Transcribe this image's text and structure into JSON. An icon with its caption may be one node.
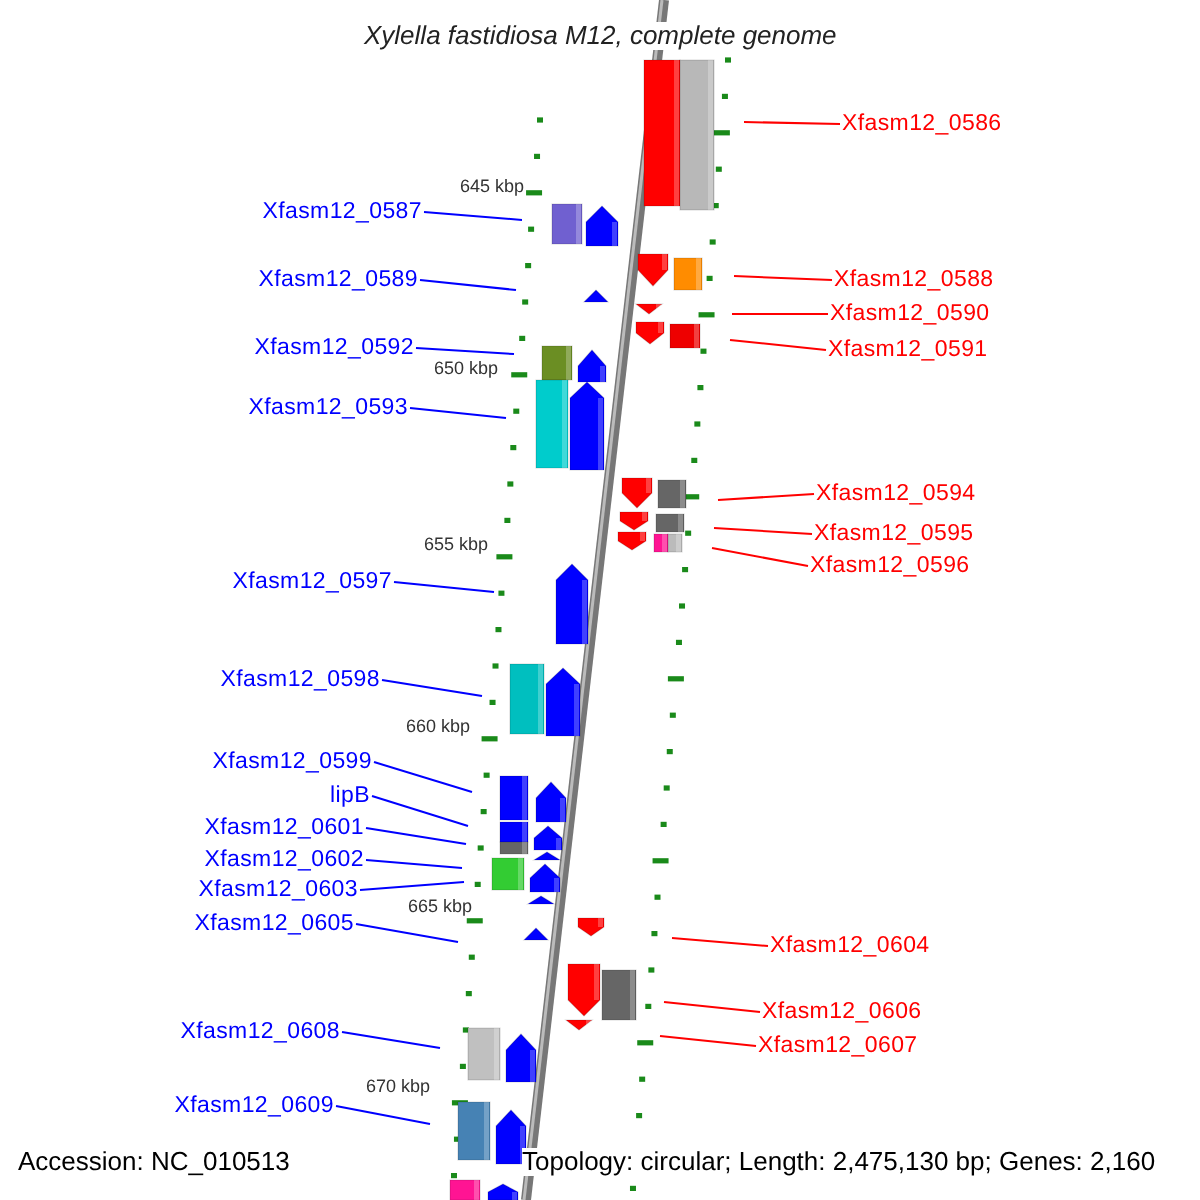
{
  "diagram": {
    "title": "Xylella fastidiosa M12, complete genome",
    "nodes": [
      {
        "text": [
          "Xfasm12_0586"
        ]
      },
      {
        "text": [
          "Xfasm12_0587"
        ]
      },
      {
        "text": [
          "Xfasm12_0589"
        ]
      },
      {
        "text": [
          "Xfasm12_0588"
        ]
      },
      {
        "text": [
          "Xfasm12_0590"
        ]
      },
      {
        "text": [
          "Xfasm12_0592"
        ]
      },
      {
        "text": [
          "Xfasm12_0591"
        ]
      },
      {
        "text": [
          "Xfasm12_0593"
        ]
      },
      {
        "text": [
          "Xfasm12_0594"
        ]
      },
      {
        "text": [
          "Xfasm12_0595"
        ]
      },
      {
        "text": [
          "Xfasm12_0596"
        ]
      },
      {
        "text": [
          "Xfasm12_0597"
        ]
      },
      {
        "text": [
          "Xfasm12_0598"
        ]
      },
      {
        "text": [
          "Xfasm12_0599"
        ]
      },
      {
        "text": [
          "lipB"
        ]
      },
      {
        "text": [
          "Xfasm12_0601"
        ]
      },
      {
        "text": [
          "Xfasm12_0602"
        ]
      },
      {
        "text": [
          "Xfasm12_0603"
        ]
      },
      {
        "text": [
          "Xfasm12_0605"
        ]
      },
      {
        "text": [
          "Xfasm12_0604"
        ]
      },
      {
        "text": [
          "Xfasm12_0606"
        ]
      },
      {
        "text": [
          "Xfasm12_0608"
        ]
      },
      {
        "text": [
          "Xfasm12_0607"
        ]
      },
      {
        "text": [
          "Xfasm12_0609"
        ]
      }
    ],
    "edges": [
      {
        "from": 0,
        "to": null,
        "arrow": "none",
        "color": "#ff0000"
      },
      {
        "from": 1,
        "to": null,
        "arrow": "none"
      },
      {
        "from": 2,
        "to": null,
        "arrow": "none"
      },
      {
        "from": 3,
        "to": null,
        "arrow": "none",
        "color": "#ff0000"
      },
      {
        "from": 4,
        "to": null,
        "arrow": "none",
        "color": "#ff0000"
      },
      {
        "from": 5,
        "to": null,
        "arrow": "none"
      },
      {
        "from": 6,
        "to": null,
        "arrow": "none",
        "color": "#ff0000"
      },
      {
        "from": 7,
        "to": null,
        "arrow": "none"
      },
      {
        "from": 8,
        "to": null,
        "arrow": "none",
        "color": "#ff0000"
      },
      {
        "from": 9,
        "to": null,
        "arrow": "none",
        "color": "#ff0000"
      },
      {
        "from": 10,
        "to": null,
        "arrow": "none",
        "color": "#ff0000"
      },
      {
        "from": 11,
        "to": null,
        "arrow": "none"
      },
      {
        "from": 12,
        "to": null,
        "arrow": "none"
      },
      {
        "from": 13,
        "to": null,
        "arrow": "none"
      },
      {
        "from": 14,
        "to": null,
        "arrow": "none"
      },
      {
        "from": 15,
        "to": null,
        "arrow": "none"
      },
      {
        "from": 16,
        "to": null,
        "arrow": "none"
      },
      {
        "from": 17,
        "to": null,
        "arrow": "none"
      },
      {
        "from": 18,
        "to": null,
        "arrow": "none"
      },
      {
        "from": 19,
        "to": null,
        "arrow": "none",
        "color": "#ff0000"
      },
      {
        "from": 20,
        "to": null,
        "arrow": "none",
        "color": "#ff0000"
      },
      {
        "from": 21,
        "to": null,
        "arrow": "none"
      },
      {
        "from": 22,
        "to": null,
        "arrow": "none",
        "color": "#ff0000"
      },
      {
        "from": 23,
        "to": null,
        "arrow": "none"
      }
    ],
    "labels": [
      "645 kbp",
      "650 kbp",
      "655 kbp",
      "660 kbp",
      "665 kbp",
      "670 kbp",
      "Accession: NC_010513",
      "Topology: circular; Length: 2,475,130 bp; Genes: 2,160"
    ]
  }
}
